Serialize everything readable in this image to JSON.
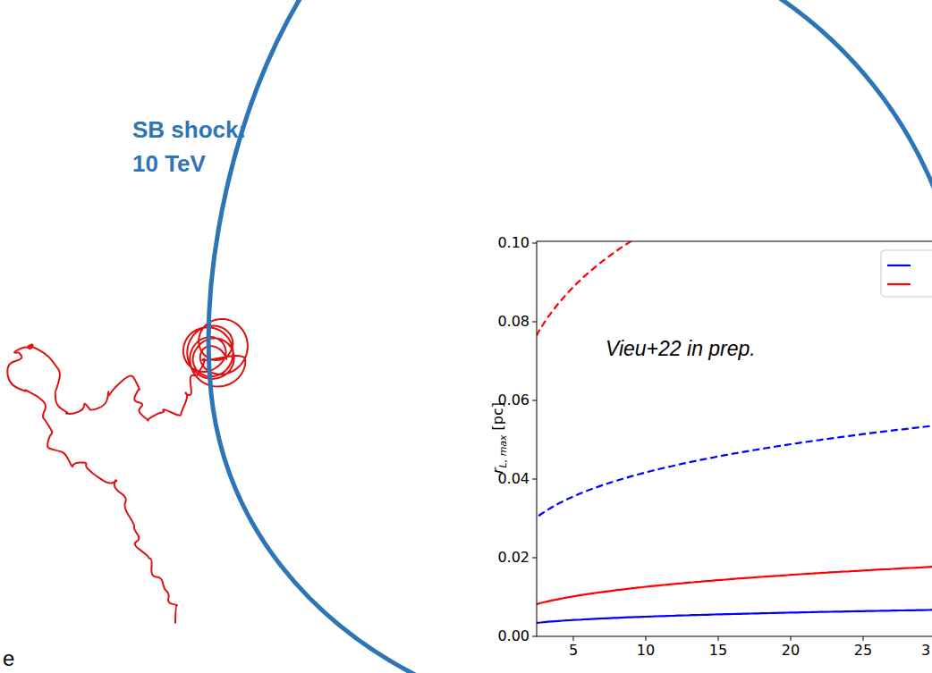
{
  "diagram": {
    "nodes": [
      {
        "text": [
          "SB shock: 10 TeV"
        ]
      }
    ],
    "labels": [
      "0.10",
      "0.08",
      "0.06",
      "0.04",
      "0.02",
      "0.00",
      "5",
      "10",
      "15",
      "20",
      "25",
      "3",
      "r",
      "L, max",
      "[pc]",
      "Vieu+22 in prep.",
      "e"
    ]
  }
}
